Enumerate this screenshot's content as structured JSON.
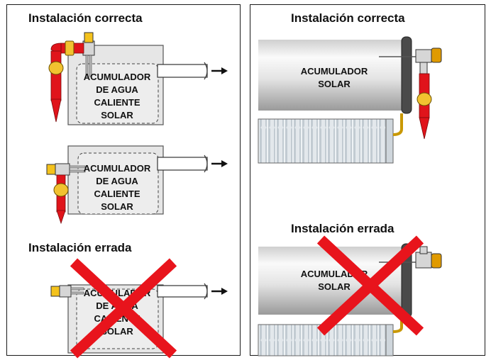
{
  "left_panel": {
    "heading_correct": "Instalación correcta",
    "heading_wrong": "Instalación errada",
    "tank_lines": [
      "ACUMULADOR",
      "DE AGUA",
      "CALIENTE",
      "SOLAR"
    ]
  },
  "right_panel": {
    "heading_correct": "Instalación correcta",
    "heading_wrong": "Instalación errada",
    "tank_lines": [
      "ACUMULADOR",
      "SOLAR"
    ]
  },
  "colors": {
    "red_pipe": "#e0141b",
    "yellow_fitting": "#f2c230",
    "tank_fill": "#e6e6e6",
    "cross": "#e8141c"
  }
}
